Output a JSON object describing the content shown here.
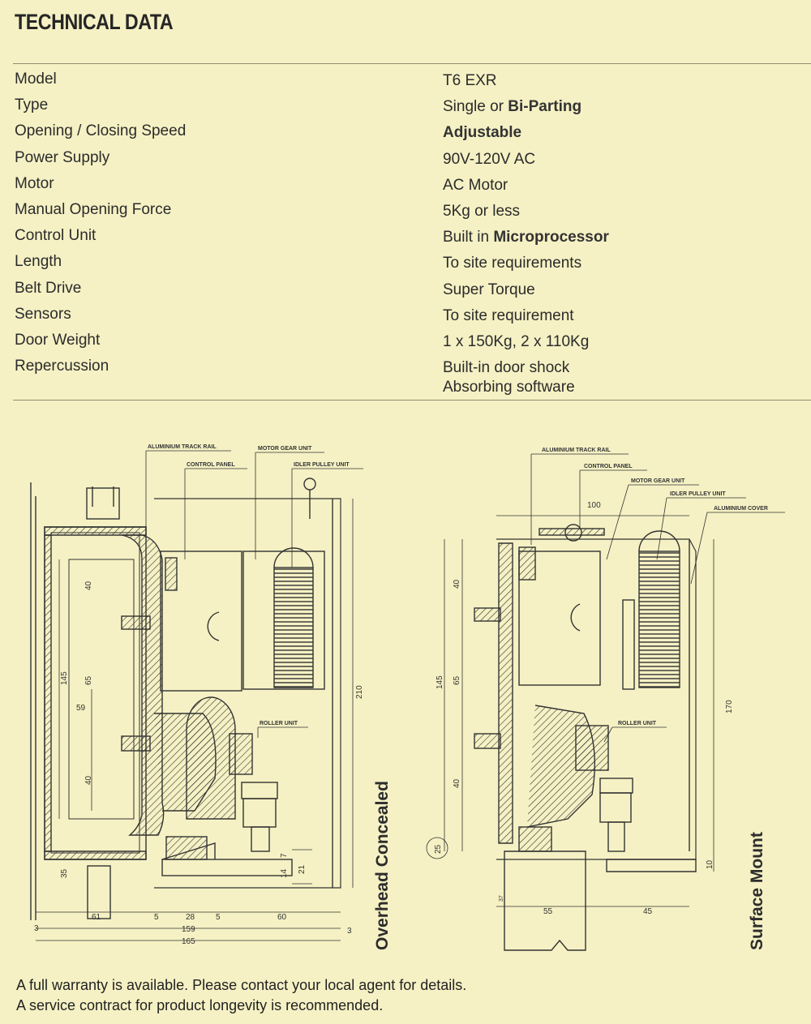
{
  "title": "TECHNICAL DATA",
  "specs": [
    {
      "label": "Model",
      "value": "T6 EXR"
    },
    {
      "label": "Type",
      "value_pre": "Single or ",
      "value_bold": "Bi-Parting"
    },
    {
      "label": "Opening / Closing Speed",
      "value_bold": "Adjustable"
    },
    {
      "label": "Power Supply",
      "value": "90V-120V AC"
    },
    {
      "label": "Motor",
      "value": "AC Motor"
    },
    {
      "label": "Manual Opening Force",
      "value": "5Kg or less"
    },
    {
      "label": "Control Unit",
      "value_pre": "Built in ",
      "value_bold": "Microprocessor"
    },
    {
      "label": "Length",
      "value": "To site requirements"
    },
    {
      "label": "Belt Drive",
      "value": "Super Torque"
    },
    {
      "label": "Sensors",
      "value": "To site requirement"
    },
    {
      "label": "Door Weight",
      "value": "1 x 150Kg, 2 x 110Kg"
    },
    {
      "label": "Repercussion",
      "value": "Built-in door shock",
      "value_line2": "Absorbing software"
    }
  ],
  "left_drawing": {
    "caption": "Overhead Concealed",
    "callouts": {
      "track_rail": "ALUMINIUM TRACK RAIL",
      "motor_gear": "MOTOR GEAR UNIT",
      "control_panel": "CONTROL PANEL",
      "idler_pulley": "IDLER PULLEY UNIT",
      "roller_unit": "ROLLER UNIT"
    },
    "dims": {
      "d40a": "40",
      "d145": "145",
      "d65": "65",
      "d59": "59",
      "d40b": "40",
      "d210": "210",
      "d35": "35",
      "d14": "14",
      "d7": "7",
      "d21": "21",
      "d61": "61",
      "d5a": "5",
      "d28": "28",
      "d5b": "5",
      "d60": "60",
      "d159": "159",
      "d165": "165",
      "d3a": "3",
      "d3b": "3"
    }
  },
  "right_drawing": {
    "caption": "Surface Mount",
    "callouts": {
      "track_rail": "ALUMINIUM TRACK RAIL",
      "control_panel": "CONTROL PANEL",
      "motor_gear": "MOTOR GEAR UNIT",
      "idler_pulley": "IDLER PULLEY UNIT",
      "cover": "ALUMINIUM COVER",
      "roller_unit": "ROLLER UNIT"
    },
    "dims": {
      "d100": "100",
      "d40a": "40",
      "d145": "145",
      "d65": "65",
      "d40b": "40",
      "d170": "170",
      "d25": "25",
      "d10": "10",
      "d55": "55",
      "d45": "45",
      "d37": "37"
    }
  },
  "footer": {
    "line1": "A full warranty is available. Please contact your local agent for details.",
    "line2": "A service contract for product longevity is recommended."
  }
}
